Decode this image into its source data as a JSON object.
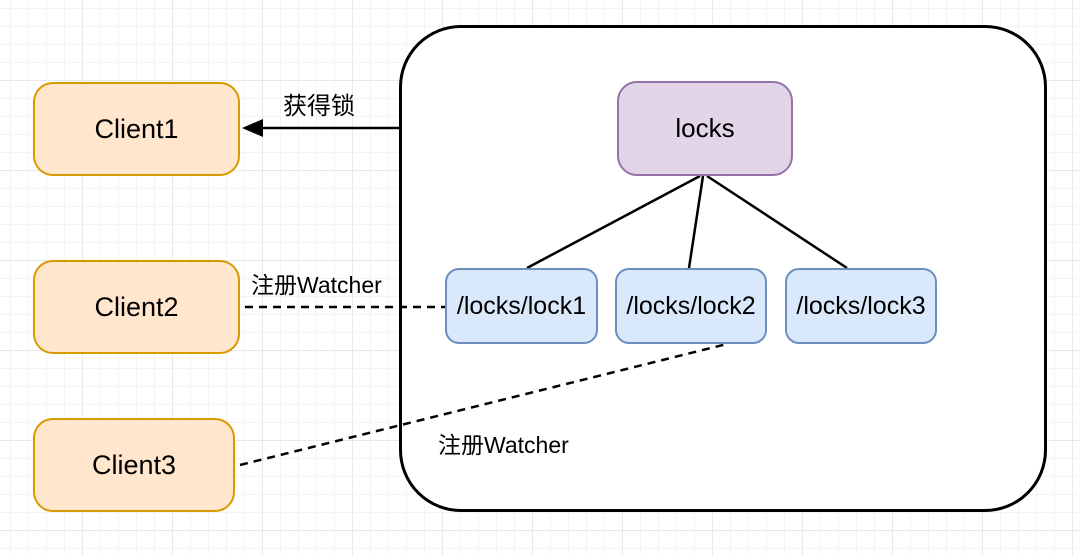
{
  "colors": {
    "client_fill": "#FFE6CC",
    "client_stroke": "#D79B00",
    "root_fill": "#E1D5E7",
    "root_stroke": "#9673A6",
    "lock_fill": "#DAE8FC",
    "lock_stroke": "#6C8EBF",
    "container_fill": "#FFFFFF",
    "container_stroke": "#000000",
    "edge": "#000000",
    "text": "#000000"
  },
  "clients": [
    {
      "label": "Client1"
    },
    {
      "label": "Client2"
    },
    {
      "label": "Client3"
    }
  ],
  "zookeeper": {
    "root": {
      "label": "locks"
    },
    "locks": [
      {
        "label": "/locks/lock1"
      },
      {
        "label": "/locks/lock2"
      },
      {
        "label": "/locks/lock3"
      }
    ]
  },
  "edges": {
    "acquire": {
      "label": "获得锁",
      "type": "solid-arrow"
    },
    "watcher_client2": {
      "label": "注册Watcher",
      "type": "dashed"
    },
    "watcher_client3": {
      "label": "注册Watcher",
      "type": "dashed"
    }
  }
}
